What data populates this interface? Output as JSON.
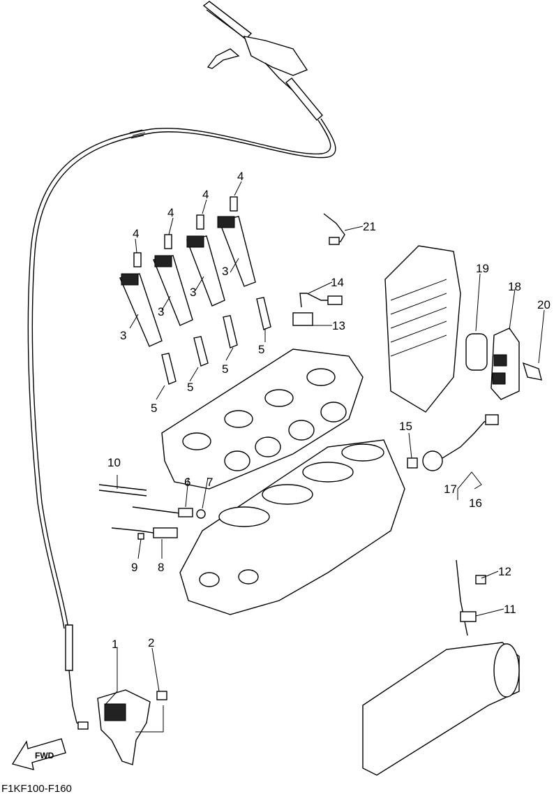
{
  "callouts": {
    "c1": "1",
    "c2": "2",
    "c3a": "3",
    "c3b": "3",
    "c3c": "3",
    "c3d": "3",
    "c4a": "4",
    "c4b": "4",
    "c4c": "4",
    "c4d": "4",
    "c5a": "5",
    "c5b": "5",
    "c5c": "5",
    "c5d": "5",
    "c6": "6",
    "c7": "7",
    "c8": "8",
    "c9": "9",
    "c10": "10",
    "c11": "11",
    "c12": "12",
    "c13": "13",
    "c14": "14",
    "c15": "15",
    "c16": "16",
    "c17": "17",
    "c18": "18",
    "c19": "19",
    "c20": "20",
    "c21": "21"
  },
  "fwd_arrow_label": "FWD",
  "figure_code": "F1KF100-F160"
}
